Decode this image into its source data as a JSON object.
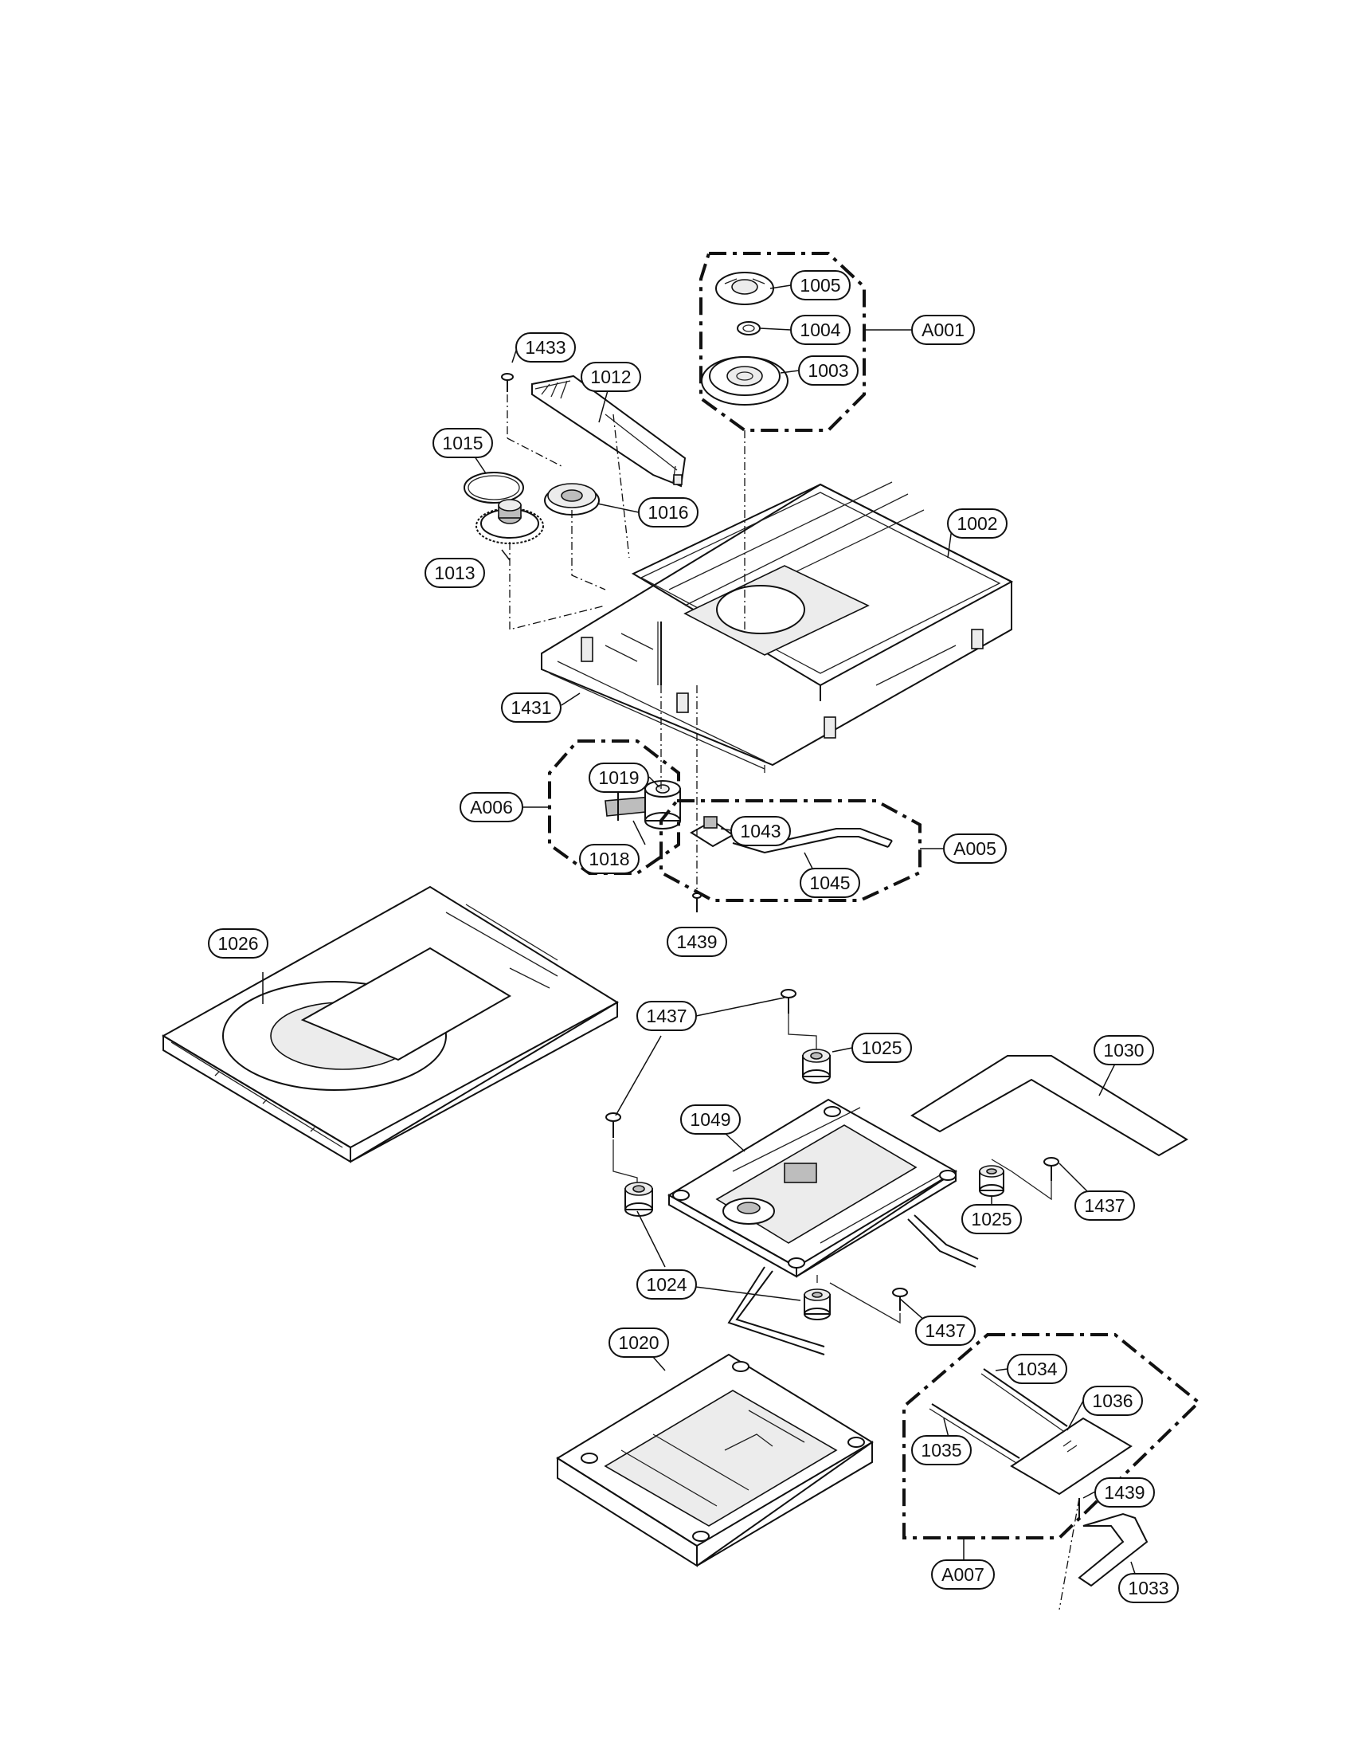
{
  "labels": {
    "l1005": "1005",
    "l1004": "1004",
    "lA001": "A001",
    "l1003": "1003",
    "l1433": "1433",
    "l1012": "1012",
    "l1015": "1015",
    "l1016": "1016",
    "l1002": "1002",
    "l1013": "1013",
    "l1431": "1431",
    "lA006": "A006",
    "l1019": "1019",
    "l1018": "1018",
    "l1043": "1043",
    "lA005": "A005",
    "l1045": "1045",
    "l1439a": "1439",
    "l1026": "1026",
    "l1437a": "1437",
    "l1025a": "1025",
    "l1030": "1030",
    "l1049": "1049",
    "l1025b": "1025",
    "l1437b": "1437",
    "l1024": "1024",
    "l1437c": "1437",
    "l1020": "1020",
    "l1034": "1034",
    "l1036": "1036",
    "l1035": "1035",
    "l1439b": "1439",
    "lA007": "A007",
    "l1033": "1033"
  }
}
